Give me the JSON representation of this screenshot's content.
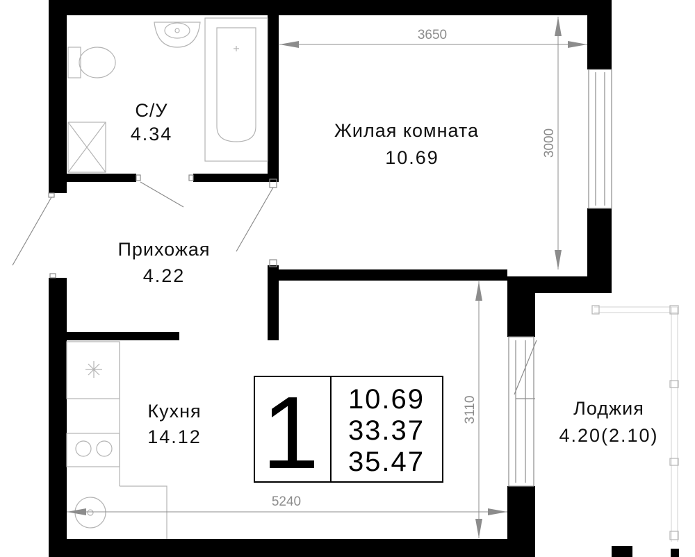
{
  "colors": {
    "wall": "#000000",
    "line": "#8c8c8c",
    "background": "#ffffff"
  },
  "rooms": {
    "bathroom": {
      "name": "С/У",
      "area": "4.34"
    },
    "living": {
      "name": "Жилая комната",
      "area": "10.69"
    },
    "hallway": {
      "name": "Прихожая",
      "area": "4.22"
    },
    "kitchen": {
      "name": "Кухня",
      "area": "14.12"
    },
    "loggia": {
      "name": "Лоджия",
      "area": "4.20(2.10)"
    }
  },
  "dimensions": {
    "living_width": "3650",
    "living_height": "3000",
    "kitchen_height": "3110",
    "kitchen_width": "5240"
  },
  "legend": {
    "rooms_count": "1",
    "living_area": "10.69",
    "total_area": "33.37",
    "area_with_loggia": "35.47"
  }
}
